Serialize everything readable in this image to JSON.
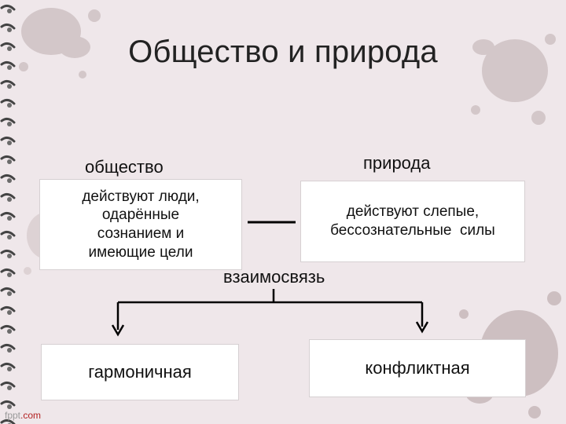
{
  "title": "Общество и природа",
  "left_label": "общество",
  "right_label": "природа",
  "left_box_lines": [
    "действуют люди,",
    "одарённые",
    "сознанием и",
    "имеющие цели"
  ],
  "right_box_lines": [
    "действуют слепые,",
    "бессознательные  силы"
  ],
  "middle_label": "взаимосвязь",
  "bottom_left_box": "гармоничная",
  "bottom_right_box": "конфликтная",
  "watermark": {
    "prefix": "fppt",
    "suffix": ".com"
  },
  "colors": {
    "background": "#efe7ea",
    "splatter": "#cfc2c4",
    "line": "#000000"
  }
}
